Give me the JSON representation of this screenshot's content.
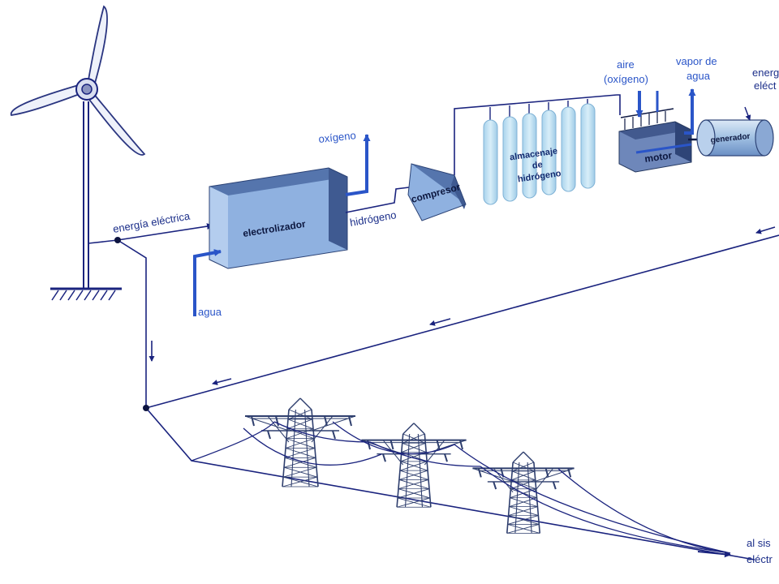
{
  "labels": {
    "energia_electrica": "energía eléctrica",
    "electrolizador": "electrolizador",
    "agua": "agua",
    "oxigeno": "oxígeno",
    "hidrogeno": "hidrógeno",
    "compresor": "compresor",
    "almacenaje_1": "almacenaje",
    "almacenaje_2": "de",
    "almacenaje_3": "hidrógeno",
    "aire_1": "aire",
    "aire_2": "(oxígeno)",
    "vapor_1": "vapor de",
    "vapor_2": "agua",
    "motor": "motor",
    "generador": "generador",
    "energia_right_1": "energ",
    "energia_right_2": "eléct",
    "al_sistema_1": "al sis",
    "al_sistema_2": "eléctr"
  },
  "icons": [
    "wind-turbine-icon",
    "transmission-tower-icon",
    "generator-icon"
  ],
  "colors": {
    "line": "#1a237e",
    "accent_blue": "#2a55c8",
    "box_front": "#8fb1e0",
    "box_top": "#5575ad",
    "box_side": "#3f5a91",
    "tank": "#bfe0f2",
    "tower": "#2f3f6e"
  }
}
